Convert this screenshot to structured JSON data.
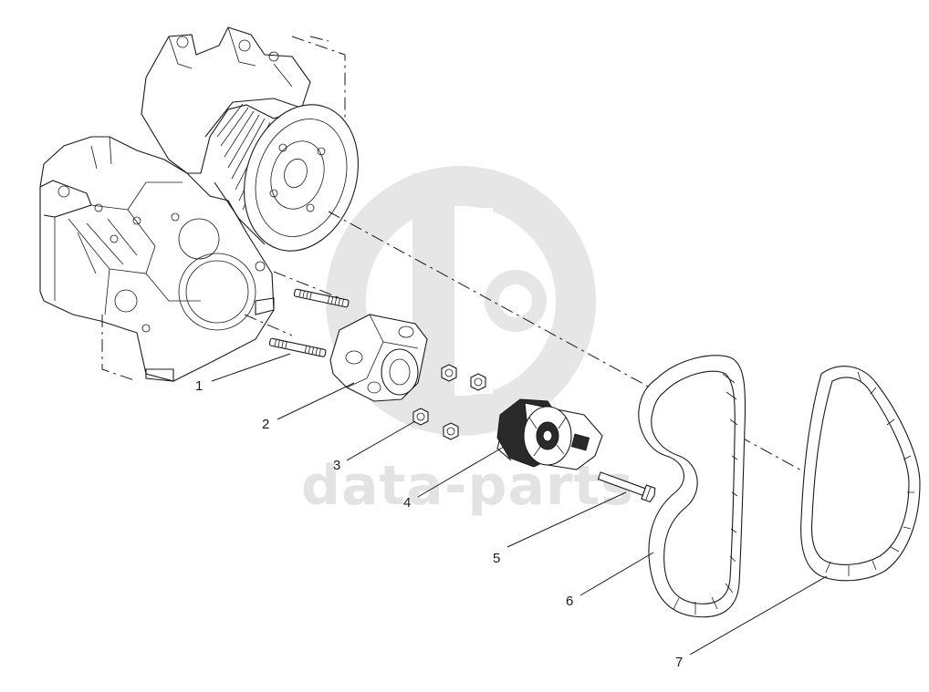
{
  "watermark": {
    "text": "data-parts",
    "color": "#e3e3e3"
  },
  "callouts": [
    {
      "id": "1",
      "label": "1"
    },
    {
      "id": "2",
      "label": "2"
    },
    {
      "id": "3",
      "label": "3"
    },
    {
      "id": "4",
      "label": "4"
    },
    {
      "id": "5",
      "label": "5"
    },
    {
      "id": "6",
      "label": "6"
    },
    {
      "id": "7",
      "label": "7"
    }
  ],
  "colors": {
    "line": "#1a1a1a",
    "background": "#ffffff",
    "watermark": "#e3e3e3"
  }
}
